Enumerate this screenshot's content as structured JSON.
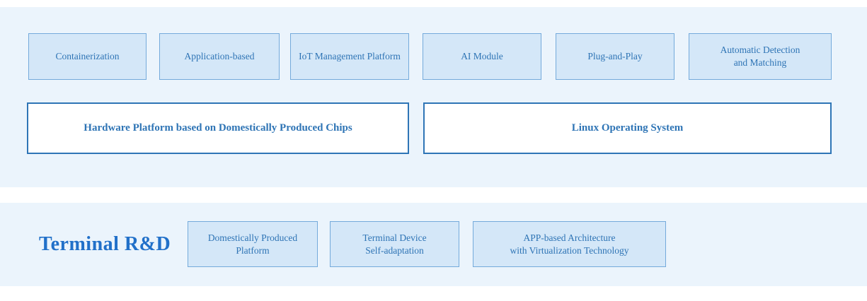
{
  "diagram": {
    "upper_section": {
      "feature_boxes": [
        {
          "label": "Containerization"
        },
        {
          "label": "Application-based"
        },
        {
          "label": "IoT Management Platform"
        },
        {
          "label": "AI Module"
        },
        {
          "label": "Plug-and-Play"
        },
        {
          "label": "Automatic Detection\nand Matching"
        }
      ],
      "platform_boxes": [
        {
          "label": "Hardware Platform based on Domestically Produced Chips"
        },
        {
          "label": "Linux Operating System"
        }
      ]
    },
    "lower_section": {
      "title": "Terminal R&D",
      "feature_boxes": [
        {
          "label": "Domestically Produced\nPlatform"
        },
        {
          "label": "Terminal Device\nSelf-adaptation"
        },
        {
          "label": "APP-based Architecture\nwith Virtualization Technology"
        }
      ]
    },
    "colors": {
      "band_background": "#ebf4fc",
      "feature_box_fill": "#d4e7f8",
      "feature_box_border": "#74aadb",
      "platform_box_border": "#2e75b6",
      "label_text": "#2e74b5",
      "title_text": "#2170c9"
    }
  }
}
